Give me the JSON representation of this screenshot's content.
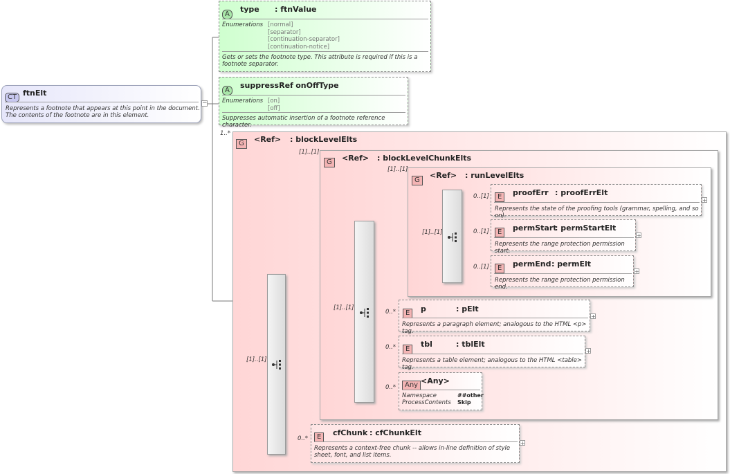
{
  "ct": {
    "badge": "CT",
    "name": "ftnElt",
    "doc": "Represents a footnote that appears at this point in the document. The contents of the footnote are in this element."
  },
  "attr_type": {
    "badge": "A",
    "name": "type",
    "type": ": ftnValue",
    "enum_label": "Enumerations",
    "enums": [
      "[normal]",
      "[separator]",
      "[continuation-separator]",
      "[continuation-notice]"
    ],
    "doc": "Gets or sets the footnote type. This attribute is required if this is a footnote separator."
  },
  "attr_suppress": {
    "badge": "A",
    "name": "suppressRef",
    "type": ": onOffType",
    "enum_label": "Enumerations",
    "enums": [
      "[on]",
      "[off]"
    ],
    "doc": "Suppresses automatic insertion of a footnote reference character."
  },
  "group_block": {
    "badge": "G",
    "ref": "<Ref>",
    "type": ": blockLevelElts",
    "mult": "1..*"
  },
  "group_chunk": {
    "badge": "G",
    "ref": "<Ref>",
    "type": ": blockLevelChunkElts",
    "mult": "[1]..[1]"
  },
  "group_run": {
    "badge": "G",
    "ref": "<Ref>",
    "type": ": runLevelElts",
    "mult": "[1]..[1]"
  },
  "el_prooferr": {
    "badge": "E",
    "name": "proofErr",
    "type": ": proofErrElt",
    "mult": "0..[1]",
    "doc": "Represents the state of the proofing tools (grammar, spelling, and so on)."
  },
  "el_permstart": {
    "badge": "E",
    "name": "permStart",
    "type": ": permStartElt",
    "mult": "0..[1]",
    "doc": "Represents the range protection permission start."
  },
  "el_permend": {
    "badge": "E",
    "name": "permEnd",
    "type": ": permElt",
    "mult": "0..[1]",
    "doc": "Represents the range protection permission end."
  },
  "el_p": {
    "badge": "E",
    "name": "p",
    "type": ": pElt",
    "mult": "0..*",
    "doc": "Represents a paragraph element; analogous to the HTML <p> tag."
  },
  "el_tbl": {
    "badge": "E",
    "name": "tbl",
    "type": ": tblElt",
    "mult": "0..*",
    "doc": "Represents a table element; analogous to the HTML <table> tag."
  },
  "el_any": {
    "badge": "Any",
    "name": "<Any>",
    "mult": "0..*",
    "ns_label": "Namespace",
    "ns_value": "##other",
    "pc_label": "ProcessContents",
    "pc_value": "Skip"
  },
  "el_cfchunk": {
    "badge": "E",
    "name": "cfChunk",
    "type": ": cfChunkElt",
    "mult": "0..*",
    "doc": "Represents a context-free chunk -- allows in-line definition of style sheet, font, and list items."
  },
  "seq_mults": {
    "outer": "[1]..[1]",
    "middle": "[1]..[1]",
    "inner": "[1]..[1]"
  },
  "icons": {
    "sequence": "sequence-compositor-icon",
    "expand": "plus-expand-icon",
    "collapse": "minus-collapse-icon"
  }
}
